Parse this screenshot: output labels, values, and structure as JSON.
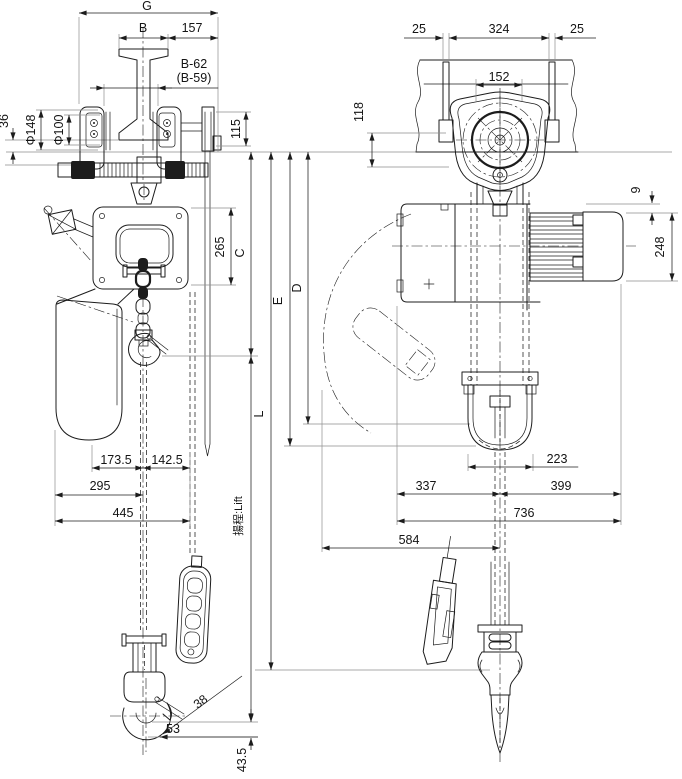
{
  "front": {
    "g": "G",
    "b": "B",
    "n157": "157",
    "b62": "B-62",
    "b59": "(B-59)",
    "n36": "36",
    "dia148": "Φ148",
    "dia100": "Φ100",
    "n115": "115",
    "n265": "265",
    "c": "C",
    "d": "D",
    "e": "E",
    "l": "L",
    "lift": "揚程:Lift",
    "n173_5": "173.5",
    "n142_5": "142.5",
    "n295": "295",
    "n445": "445",
    "n38": "38",
    "n53": "53",
    "n43_5": "43.5"
  },
  "side": {
    "n25_left": "25",
    "n324": "324",
    "n25_right": "25",
    "n152": "152",
    "n118": "118",
    "n9": "9",
    "n248": "248",
    "n223": "223",
    "n337": "337",
    "n399": "399",
    "n736": "736",
    "n584": "584"
  }
}
